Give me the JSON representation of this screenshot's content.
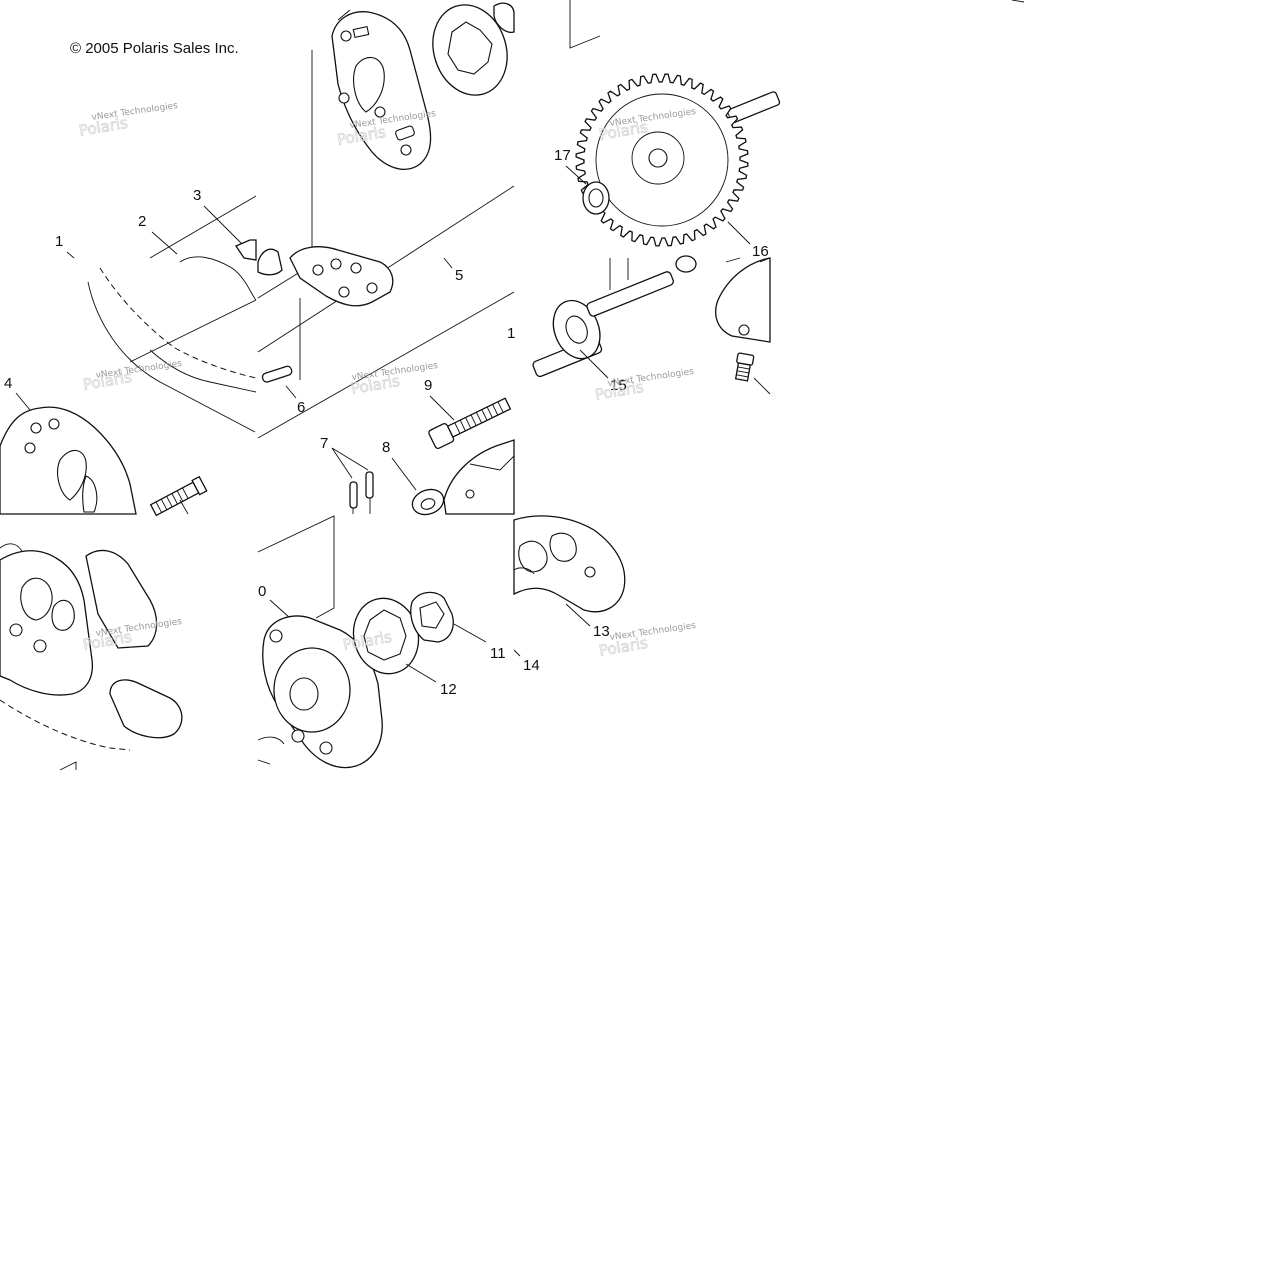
{
  "copyright": "© 2005 Polaris Sales Inc.",
  "watermark": {
    "text": "vNext Technologies",
    "brand": "Polaris"
  },
  "callouts": {
    "c1": "1",
    "c1b": "1",
    "c2": "2",
    "c3": "3",
    "c4": "4",
    "c5": "5",
    "c6": "6",
    "c7": "7",
    "c8": "8",
    "c9": "9",
    "c10": "0",
    "c11": "11",
    "c12": "12",
    "c13": "13",
    "c14": "14",
    "c15": "15",
    "c16": "16",
    "c17": "17"
  }
}
